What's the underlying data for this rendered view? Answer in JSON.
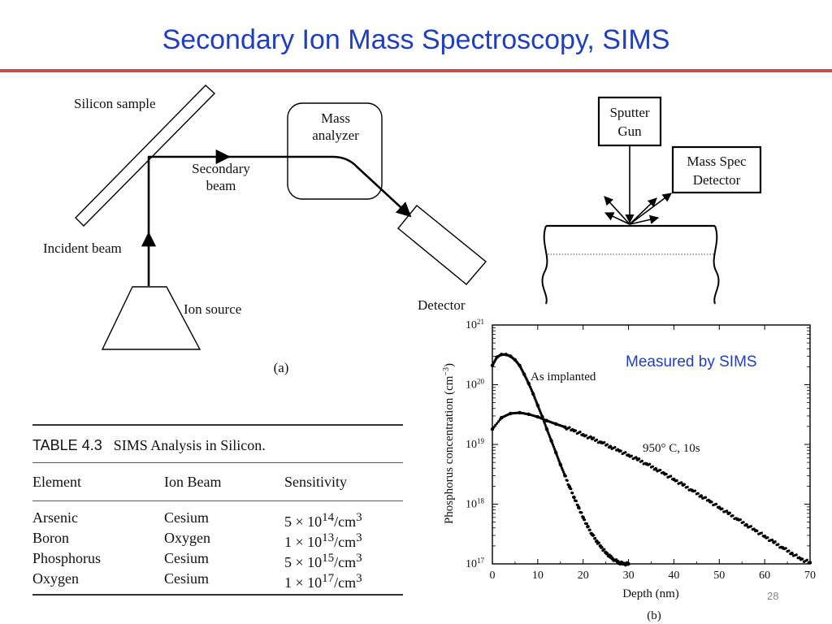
{
  "slide": {
    "title": "Secondary Ion Mass Spectroscopy, SIMS",
    "page_number": "28",
    "accent_color": "#1f3fbf",
    "rule_color": "#c0504d"
  },
  "diagram_a": {
    "silicon_sample": "Silicon sample",
    "mass_analyzer_line1": "Mass",
    "mass_analyzer_line2": "analyzer",
    "secondary_beam_line1": "Secondary",
    "secondary_beam_line2": "beam",
    "incident_beam": "Incident beam",
    "ion_source": "Ion source",
    "detector": "Detector",
    "caption": "(a)"
  },
  "schematic": {
    "sputter_gun_line1": "Sputter",
    "sputter_gun_line2": "Gun",
    "mass_spec_line1": "Mass Spec",
    "mass_spec_line2": "Detector"
  },
  "table": {
    "tag": "TABLE 4.3",
    "caption": "SIMS Analysis in Silicon.",
    "headers": [
      "Element",
      "Ion Beam",
      "Sensitivity"
    ],
    "rows": [
      {
        "element": "Arsenic",
        "beam": "Cesium",
        "coef": "5",
        "exp": "14"
      },
      {
        "element": "Boron",
        "beam": "Oxygen",
        "coef": "1",
        "exp": "13"
      },
      {
        "element": "Phosphorus",
        "beam": "Cesium",
        "coef": "5",
        "exp": "15"
      },
      {
        "element": "Oxygen",
        "beam": "Cesium",
        "coef": "1",
        "exp": "17"
      }
    ],
    "unit": "/cm",
    "unit_exp": "3"
  },
  "chart_data": {
    "type": "scatter",
    "title": "",
    "annotation": "Measured by SIMS",
    "xlabel": "Depth (nm)",
    "ylabel": "Phosphorus concentration (cm",
    "ylabel_exp": "−3",
    "ylabel_tail": ")",
    "caption": "(b)",
    "xlim": [
      0,
      70
    ],
    "ylim_log10": [
      17,
      21
    ],
    "log_scale_y": true,
    "x_ticks": [
      "0",
      "10",
      "20",
      "30",
      "40",
      "50",
      "60",
      "70"
    ],
    "y_ticks": [
      {
        "base": "10",
        "exp": "17"
      },
      {
        "base": "10",
        "exp": "18"
      },
      {
        "base": "10",
        "exp": "19"
      },
      {
        "base": "10",
        "exp": "20"
      },
      {
        "base": "10",
        "exp": "21"
      }
    ],
    "series": [
      {
        "name": "As implanted",
        "x": [
          0,
          1,
          2,
          3,
          4,
          5,
          6,
          7,
          8,
          9,
          10,
          11,
          12,
          13,
          14,
          15,
          16,
          17,
          18,
          19,
          20,
          21,
          22,
          23,
          24,
          25,
          26,
          27,
          28,
          29,
          30
        ],
        "y": [
          2.1e+20,
          2.9e+20,
          3.2e+20,
          3.2e+20,
          3e+20,
          2.6e+20,
          2.1e+20,
          1.5e+20,
          1.05e+20,
          7e+19,
          4.5e+19,
          2.9e+19,
          1.8e+19,
          1.15e+19,
          7.3e+18,
          4.6e+18,
          3e+18,
          1.95e+18,
          1.3e+18,
          8.8e+17,
          6e+17,
          4.2e+17,
          3.1e+17,
          2.4e+17,
          1.9e+17,
          1.55e+17,
          1.3e+17,
          1.15e+17,
          1.05e+17,
          1e+17,
          1e+17
        ]
      },
      {
        "name": "950° C, 10s",
        "x": [
          0,
          2,
          4,
          6,
          8,
          10,
          12,
          14,
          16,
          18,
          20,
          22,
          24,
          26,
          28,
          30,
          32,
          34,
          36,
          38,
          40,
          42,
          44,
          46,
          48,
          50,
          52,
          54,
          56,
          58,
          60,
          62,
          64,
          66,
          68,
          70
        ],
        "y": [
          1.8e+19,
          2.8e+19,
          3.3e+19,
          3.4e+19,
          3.2e+19,
          2.9e+19,
          2.5e+19,
          2.2e+19,
          1.95e+19,
          1.7e+19,
          1.45e+19,
          1.25e+19,
          1.08e+19,
          9.2e+18,
          7.8e+18,
          6.6e+18,
          5.6e+18,
          4.7e+18,
          3.9e+18,
          3.2e+18,
          2.6e+18,
          2.1e+18,
          1.7e+18,
          1.37e+18,
          1.1e+18,
          8.8e+17,
          7e+17,
          5.6e+17,
          4.5e+17,
          3.6e+17,
          2.9e+17,
          2.3e+17,
          1.85e+17,
          1.5e+17,
          1.2e+17,
          1.05e+17
        ]
      }
    ]
  }
}
